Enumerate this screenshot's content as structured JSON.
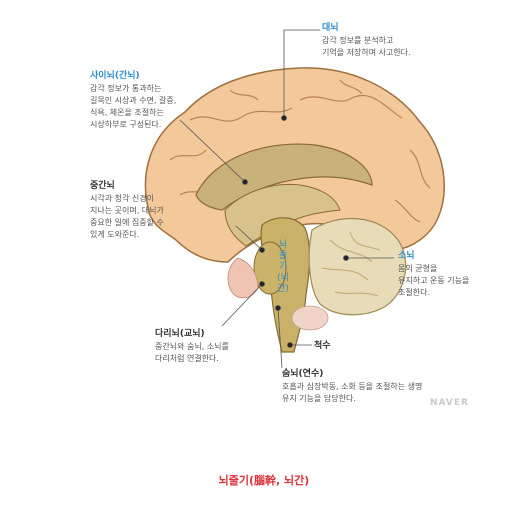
{
  "labels": {
    "cerebrum": {
      "title": "대뇌",
      "lines": [
        "감각 정보를 분석하고",
        "기억을 저장하며 사고한다."
      ]
    },
    "diencephalon": {
      "title": "사이뇌(간뇌)",
      "lines": [
        "감각 정보가 통과하는",
        "길목인 시상과 수면, 갈증,",
        "식욕, 체온을 조절하는",
        "시상하부로 구성된다."
      ]
    },
    "midbrain": {
      "title": "중간뇌",
      "lines": [
        "시각과 청각 신경이",
        "지나는 곳이며, 대뇌가",
        "중요한 일에 집중할 수",
        "있게 도와준다."
      ]
    },
    "cerebellum": {
      "title": "소뇌",
      "lines": [
        "몸의 균형을",
        "유지하고 운동 기능을",
        "조절한다."
      ]
    },
    "pons": {
      "title": "다리뇌(교뇌)",
      "lines": [
        "중간뇌와 숨뇌, 소뇌를",
        "다리처럼 연결한다."
      ]
    },
    "spinal_cord": {
      "title": "척수"
    },
    "medulla": {
      "title": "숨뇌(연수)",
      "lines": [
        "호흡과 심장박동, 소화 등을 조절하는 생명",
        "유지 기능을 담당한다."
      ]
    }
  },
  "brainstem_label": "뇌줄기(뇌간)",
  "caption": "뇌줄기(腦幹, 뇌간)",
  "watermark": "NAVER",
  "colors": {
    "cerebrum": "#f3c89a",
    "cerebrum_outline": "#a0703e",
    "inner": "#c9b27a",
    "stem": "#c9b168",
    "cerebellum": "#e8dcb8",
    "highlight_label": "#2e8fd0",
    "caption": "#e0303a"
  }
}
